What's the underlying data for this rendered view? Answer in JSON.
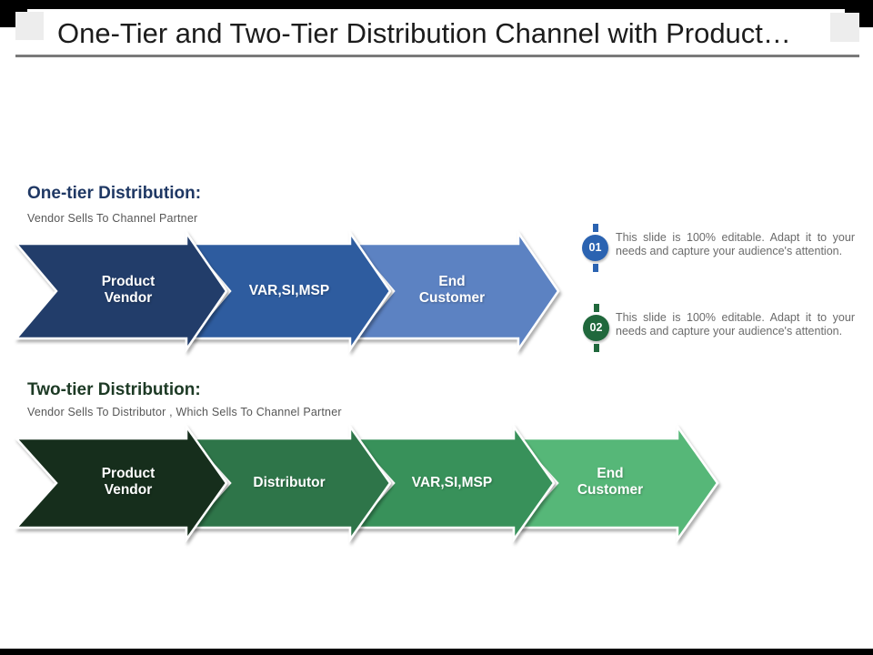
{
  "slide": {
    "title": "One-Tier and Two-Tier Distribution Channel with Product…",
    "colors": {
      "bar": "#000000",
      "corner_square": "#ededed",
      "title_rule": "#7a7a7a",
      "title_text": "#1c1c1c"
    }
  },
  "sections": [
    {
      "heading": "One-tier Distribution:",
      "heading_color": "#1f3864",
      "subheading": "Vendor Sells To Channel Partner",
      "arrows": [
        {
          "label": "Product\nVendor",
          "color": "#233e6b"
        },
        {
          "label": "VAR,SI,MSP",
          "color": "#2d5c9f"
        },
        {
          "label": "End\nCustomer",
          "color": "#5b82c2"
        }
      ]
    },
    {
      "heading": "Two-tier Distribution:",
      "heading_color": "#1d3a25",
      "subheading": "Vendor Sells To Distributor , Which Sells To Channel Partner",
      "arrows": [
        {
          "label": "Product\nVendor",
          "color": "#152e1c"
        },
        {
          "label": "Distributor",
          "color": "#2e744a"
        },
        {
          "label": "VAR,SI,MSP",
          "color": "#38915a"
        },
        {
          "label": "End\nCustomer",
          "color": "#56b778"
        }
      ]
    }
  ],
  "notes": [
    {
      "number": "01",
      "color": "#2b63b1",
      "text": "This slide is 100% editable. Adapt it to your needs and capture your audience's attention."
    },
    {
      "number": "02",
      "color": "#20683c",
      "text": "This slide is 100% editable. Adapt it to your needs and capture your audience's attention."
    }
  ]
}
